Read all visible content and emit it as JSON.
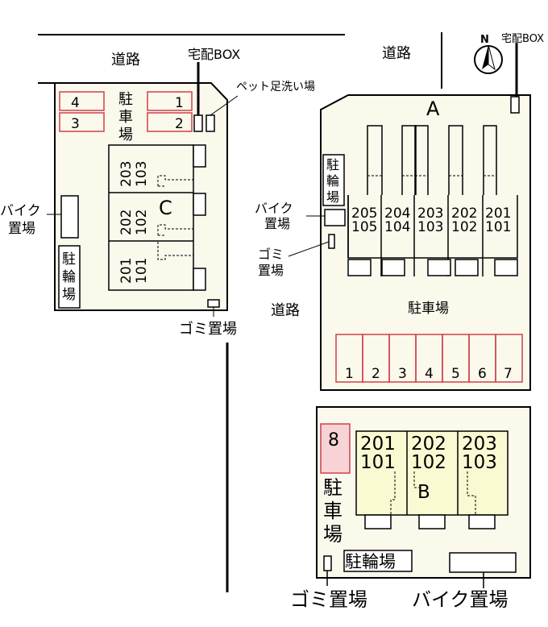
{
  "labels": {
    "road": "道路",
    "delivery_box": "宅配BOX",
    "pet_footwash": "ペット足洗い場",
    "parking": "駐車場",
    "parking_vertical": [
      "駐",
      "車",
      "場"
    ],
    "bicycle_parking_vertical": [
      "駐",
      "輪",
      "場"
    ],
    "bicycle_parking": "駐輪場",
    "bike_area": [
      "バイク",
      "置場"
    ],
    "bike_area_inline": "バイク置場",
    "garbage_area": [
      "ゴミ",
      "置場"
    ],
    "garbage_area_inline": "ゴミ置場",
    "compass_north": "N"
  },
  "buildings": {
    "A": {
      "name": "A",
      "units": [
        {
          "upper": "205",
          "lower": "105"
        },
        {
          "upper": "204",
          "lower": "104"
        },
        {
          "upper": "203",
          "lower": "103"
        },
        {
          "upper": "202",
          "lower": "102"
        },
        {
          "upper": "201",
          "lower": "101"
        }
      ],
      "parking_spaces": [
        "1",
        "2",
        "3",
        "4",
        "5",
        "6",
        "7"
      ]
    },
    "B": {
      "name": "B",
      "units": [
        {
          "upper": "201",
          "lower": "101"
        },
        {
          "upper": "202",
          "lower": "102"
        },
        {
          "upper": "203",
          "lower": "103"
        }
      ],
      "parking_spaces": [
        "8"
      ]
    },
    "C": {
      "name": "C",
      "units": [
        {
          "upper": "203",
          "lower": "103"
        },
        {
          "upper": "202",
          "lower": "102"
        },
        {
          "upper": "201",
          "lower": "101"
        }
      ],
      "parking_spaces": [
        "4",
        "3",
        "1",
        "2"
      ]
    }
  },
  "colors": {
    "lot_fill": "#fbf8ec",
    "building_b_fill": "#fafad2",
    "parking_outline": "#d0404a",
    "parking8_fill": "#f7d3d6"
  }
}
